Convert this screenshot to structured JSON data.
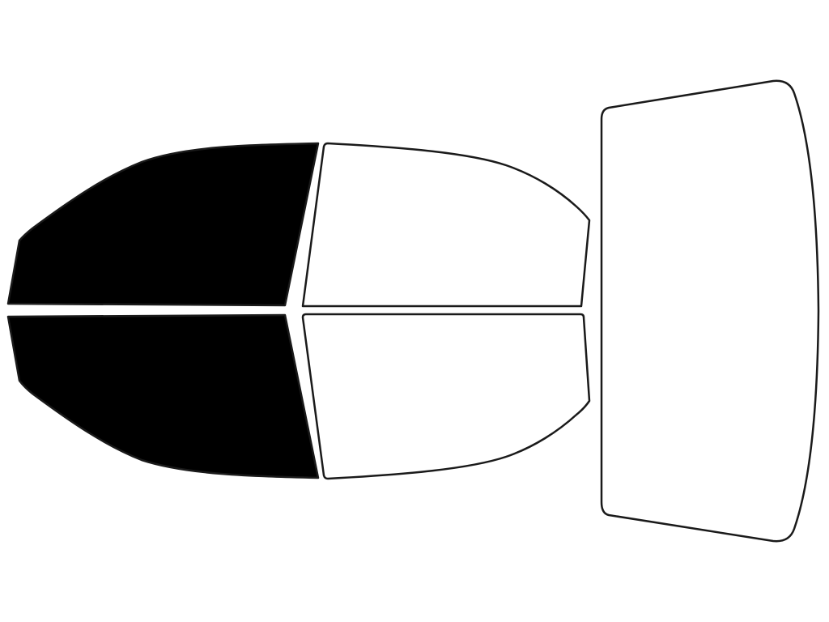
{
  "diagram": {
    "kind": "window-tint-coverage",
    "colors": {
      "tinted": "#000000",
      "untinted": "#ffffff",
      "outline": "#1a1a1a",
      "background": "#ffffff"
    },
    "panels": [
      {
        "id": "front-left-window",
        "tinted": true
      },
      {
        "id": "front-right-window",
        "tinted": true
      },
      {
        "id": "rear-left-window",
        "tinted": false
      },
      {
        "id": "rear-right-window",
        "tinted": false
      },
      {
        "id": "rear-windshield",
        "tinted": false
      }
    ]
  }
}
